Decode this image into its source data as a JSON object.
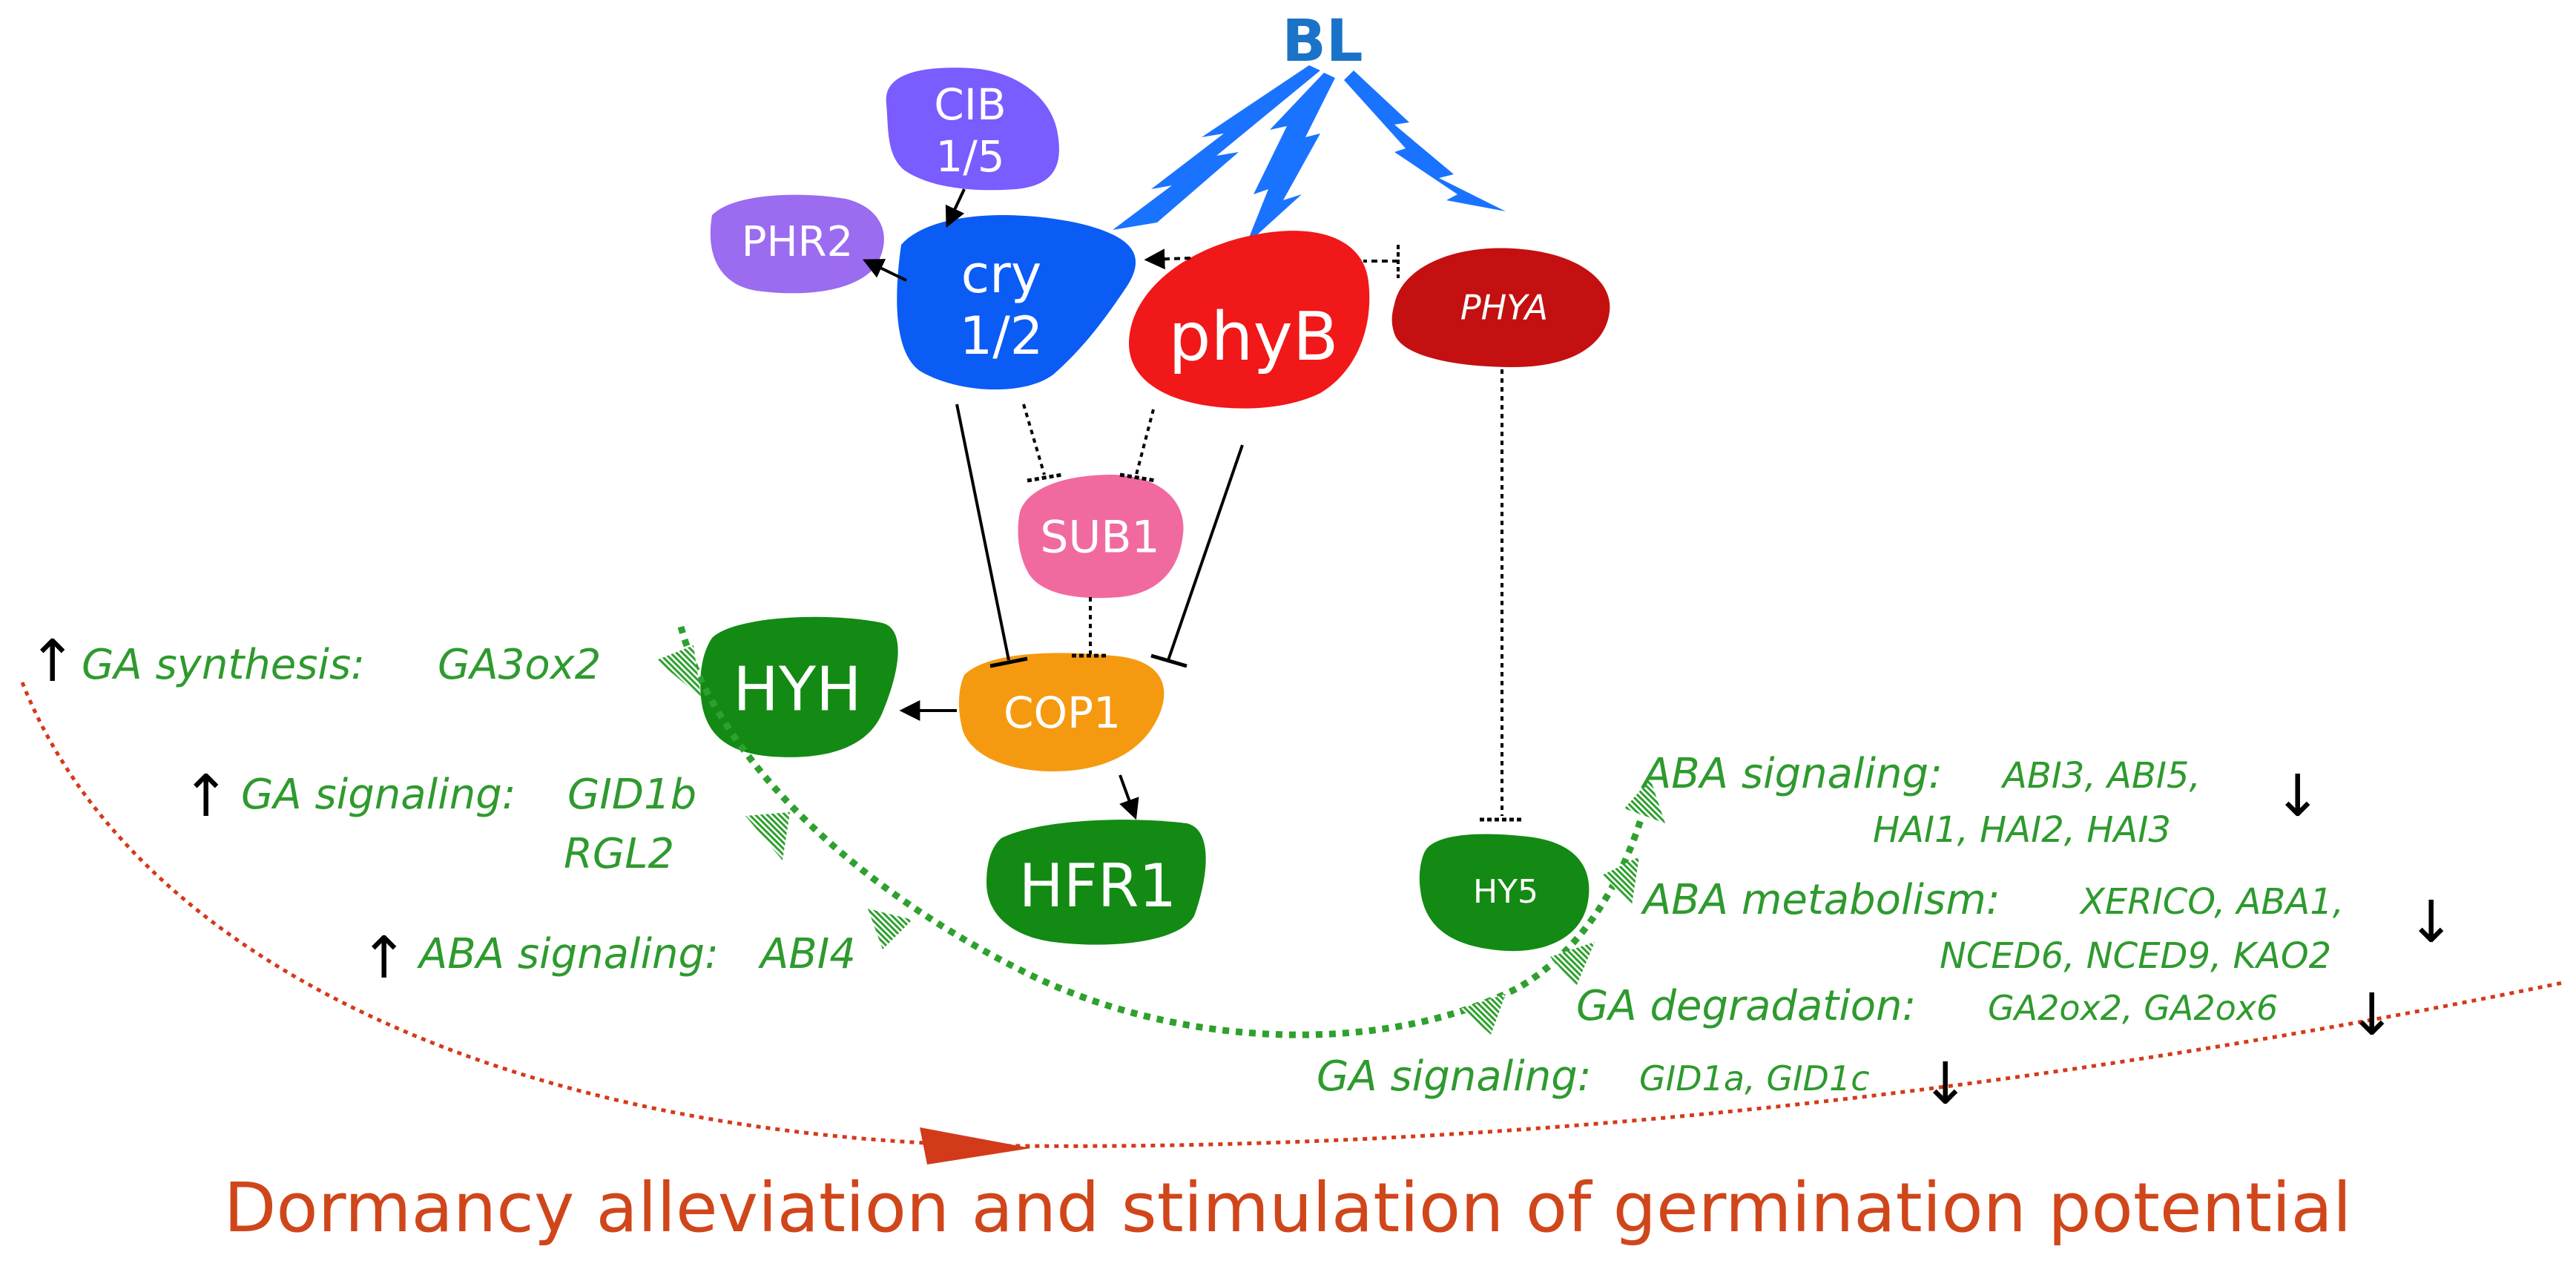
{
  "light_source": {
    "label": "BL"
  },
  "photoreceptors": {
    "cib": {
      "line1": "CIB",
      "line2": "1/5"
    },
    "phr2": {
      "label": "PHR2"
    },
    "cry": {
      "line1": "cry",
      "line2": "1/2"
    },
    "phyB": {
      "label": "phyB"
    },
    "phyA": {
      "label": "PHYA"
    }
  },
  "regulators": {
    "sub1": {
      "label": "SUB1"
    },
    "cop1": {
      "label": "COP1"
    },
    "hyh": {
      "label": "HYH"
    },
    "hfr1": {
      "label": "HFR1"
    },
    "hy5": {
      "label": "HY5"
    }
  },
  "left_effects": [
    {
      "arrow": "↑",
      "category": "GA synthesis:",
      "genes": "GA3ox2"
    },
    {
      "arrow": "↑",
      "category": "GA signaling:",
      "genes": "GID1b",
      "genes2": "RGL2"
    },
    {
      "arrow": "↑",
      "category": "ABA signaling:",
      "genes": "ABI4"
    }
  ],
  "right_effects": [
    {
      "arrow": "↓",
      "category": "ABA signaling:",
      "genes": "ABI3, ABI5,",
      "genes2": "HAI1, HAI2, HAI3"
    },
    {
      "arrow": "↓",
      "category": "ABA metabolism:",
      "genes": "XERICO, ABA1,",
      "genes2": "NCED6, NCED9, KAO2"
    },
    {
      "arrow": "↓",
      "category": "GA degradation:",
      "genes": "GA2ox2, GA2ox6"
    },
    {
      "arrow": "↓",
      "category": "GA signaling:",
      "genes": "GID1a, GID1c"
    }
  ],
  "outcome": {
    "label": "Dormancy alleviation and stimulation of germination potential"
  },
  "colors": {
    "blue_light": "#1a73ff",
    "cib": "#7a5cff",
    "phr2": "#9b6bf0",
    "cry": "#0a5cf5",
    "phyB": "#f01818",
    "phyA": "#c41010",
    "sub1": "#f06aa0",
    "cop1": "#f59a10",
    "green_node": "#138a13",
    "gene_text": "#2e9a2e",
    "outcome_text": "#d0461b"
  }
}
